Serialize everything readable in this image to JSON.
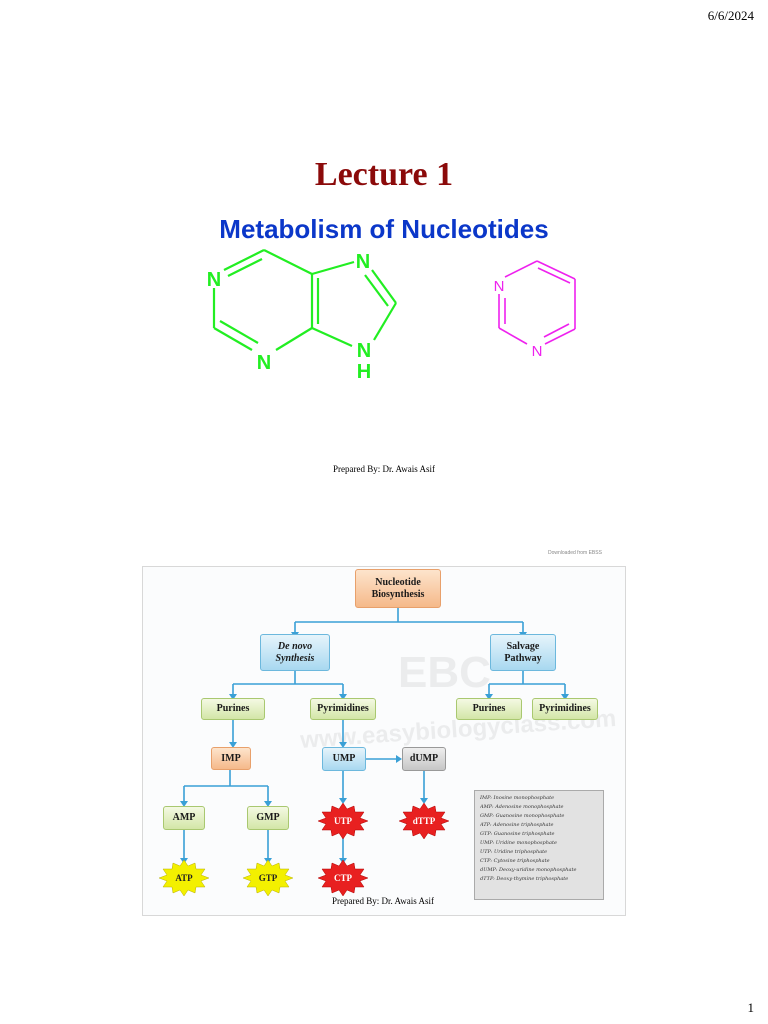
{
  "header": {
    "date": "6/6/2024"
  },
  "footer": {
    "page_number": "1"
  },
  "slide1": {
    "title": "Lecture 1",
    "subtitle": "Metabolism of Nucleotides",
    "purine_atoms": {
      "n1": "N",
      "n3": "N",
      "n7": "N",
      "n9": "N",
      "h9": "H"
    },
    "pyrimidine_atoms": {
      "n1": "N",
      "n3": "N"
    },
    "colors": {
      "purine": "#22ee22",
      "pyrimidine": "#ee22ee",
      "title": "#8b0a0a",
      "subtitle": "#0b37c9"
    },
    "prepared_by": "Prepared By: Dr. Awais Asif"
  },
  "slide2": {
    "download_note": "Downloaded from EBSS",
    "watermark": {
      "letters": "EBC",
      "url": "www.easybiologyclass.com"
    },
    "nodes": {
      "nucleotide": "Nucleotide\nBiosynthesis",
      "denovo": "De novo\nSynthesis",
      "salvage": "Salvage\nPathway",
      "purines_left": "Purines",
      "pyrimidines_left": "Pyrimidines",
      "purines_right": "Purines",
      "pyrimidines_right": "Pyrimidines",
      "imp": "IMP",
      "ump": "UMP",
      "dump": "dUMP",
      "amp": "AMP",
      "gmp": "GMP",
      "utp": "UTP",
      "dttp": "dTTP",
      "atp": "ATP",
      "gtp": "GTP",
      "ctp": "CTP"
    },
    "legend": [
      "IMP: Inosine monophosphate",
      "AMP: Adenosine monophosphate",
      "GMP: Guanosine monophosphate",
      "ATP: Adenosine triphosphate",
      "GTP: Guanosine triphosphate",
      "UMP: Uridine monophosphate",
      "UTP: Uridine triphosphate",
      "CTP: Cytosine triphosphate",
      "dUMP: Deoxy-uridine monophosphate",
      "dTTP: Deoxy-thymine triphosphate"
    ],
    "prepared_by": "Prepared By: Dr. Awais Asif"
  }
}
